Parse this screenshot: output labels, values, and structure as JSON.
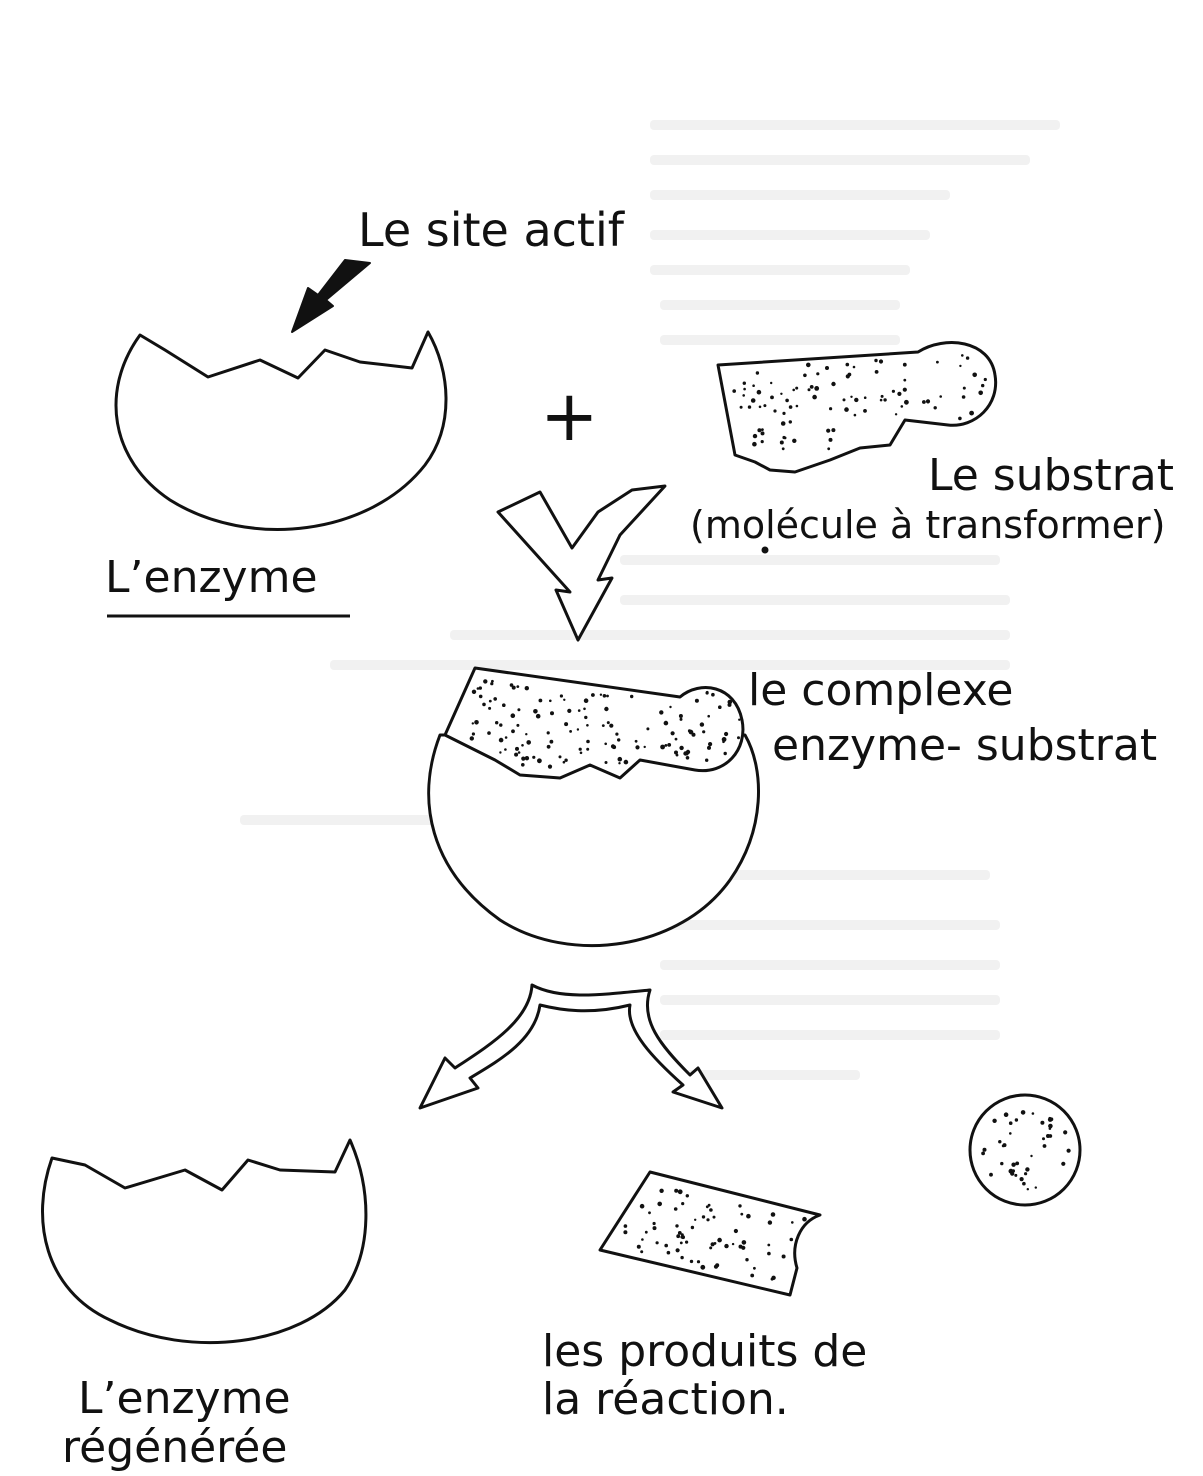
{
  "labels": {
    "active_site": "Le site actif",
    "enzyme": "L’enzyme",
    "plus": "+",
    "substrate_line1": "Le substrat",
    "substrate_line2": "(molécule à transformer)",
    "complex_line1": "le complexe",
    "complex_line2": "enzyme- substrat",
    "regenerated_line1": "L’enzyme",
    "regenerated_line2": "régénérée",
    "products_line1": "les produits de",
    "products_line2": "la réaction."
  },
  "colors": {
    "ink": "#111111",
    "paper": "#ffffff"
  },
  "icons": {
    "active_site_pointer": "arrow-down-left-icon",
    "merge_arrow": "v-arrow-down-icon",
    "split_arrow": "split-arrow-icon"
  }
}
